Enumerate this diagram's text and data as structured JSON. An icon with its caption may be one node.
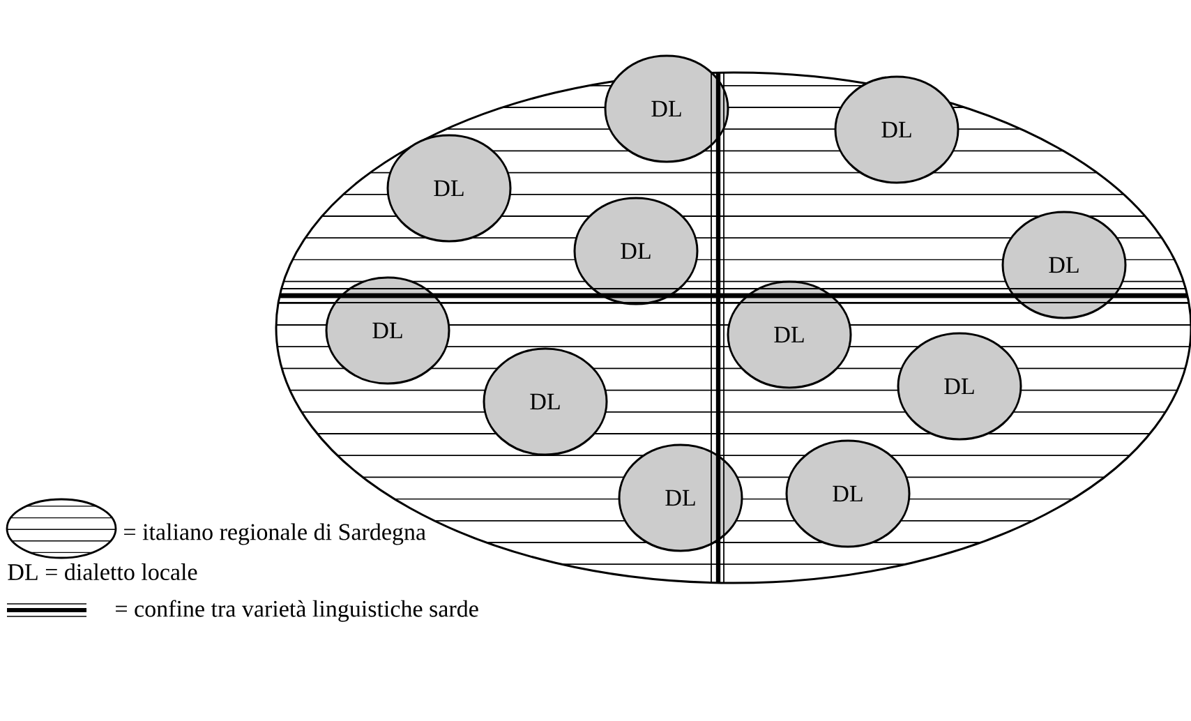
{
  "diagram": {
    "nodes": [
      {
        "text": [],
        "shape": "ellipse"
      },
      {
        "text": [
          "DL"
        ],
        "in": 0
      },
      {
        "text": [
          "DL"
        ],
        "in": 0
      },
      {
        "text": [
          "DL"
        ],
        "in": 0
      },
      {
        "text": [
          "DL"
        ],
        "in": 0
      },
      {
        "text": [
          "DL"
        ],
        "in": 0
      },
      {
        "text": [
          "DL"
        ],
        "in": 0
      },
      {
        "text": [
          "DL"
        ],
        "in": 0
      },
      {
        "text": [
          "DL"
        ],
        "in": 0
      },
      {
        "text": [
          "DL"
        ],
        "in": 0
      },
      {
        "text": [
          "DL"
        ],
        "in": 0
      },
      {
        "text": [
          "DL"
        ],
        "in": 0
      }
    ],
    "legend": [
      {
        "text": "= italiano regionale di Sardegna"
      },
      {
        "text": "DL = dialetto locale"
      },
      {
        "text": "= confine tra varietà linguistiche sarde"
      }
    ]
  }
}
